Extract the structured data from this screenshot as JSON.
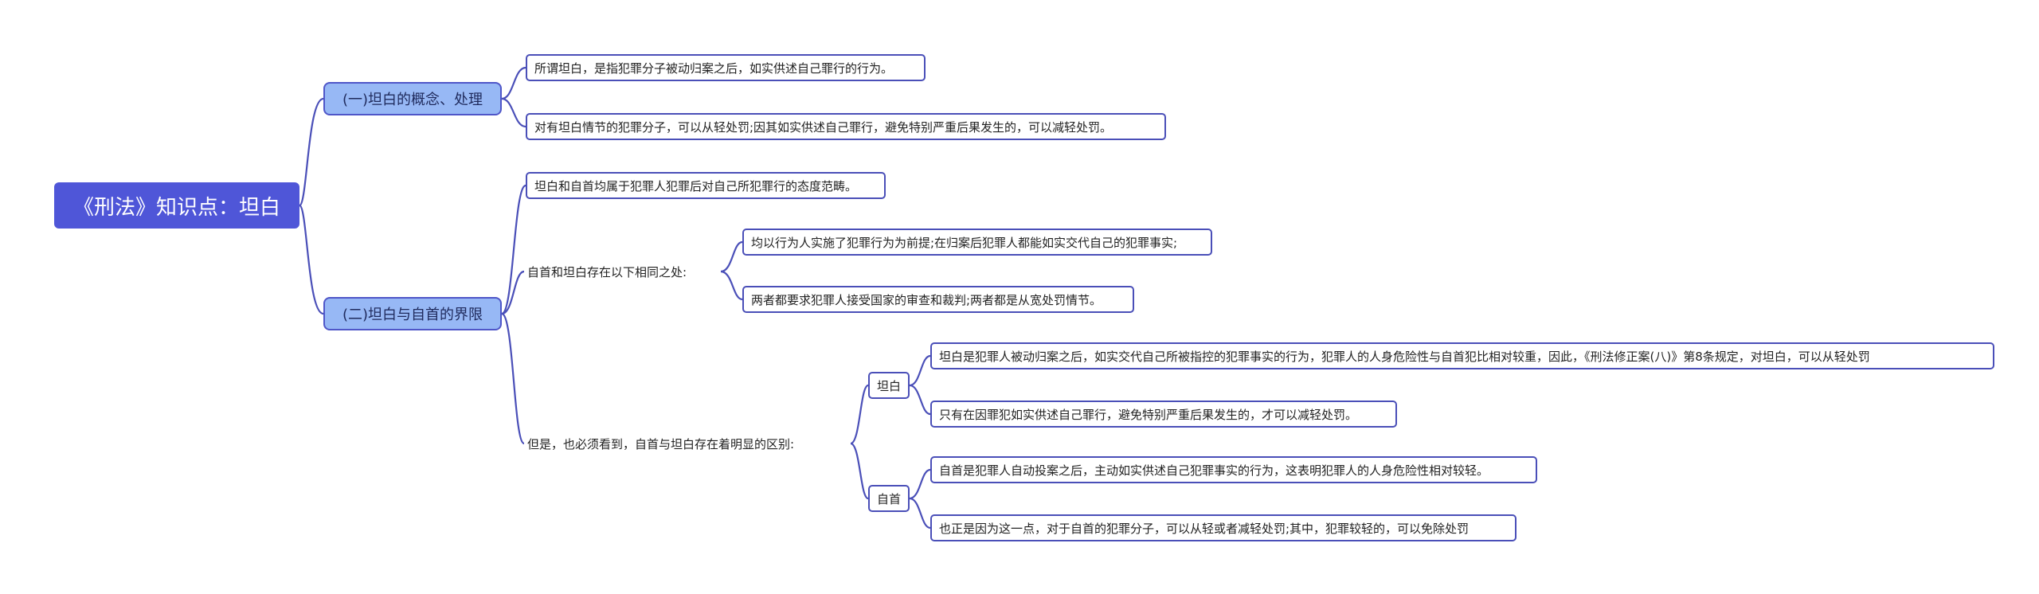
{
  "root": "《刑法》知识点：坦白",
  "branch1": {
    "label": "(一)坦白的概念、处理",
    "items": [
      "所谓坦白，是指犯罪分子被动归案之后，如实供述自己罪行的行为。",
      "对有坦白情节的犯罪分子，可以从轻处罚;因其如实供述自己罪行，避免特别严重后果发生的，可以减轻处罚。"
    ]
  },
  "branch2": {
    "label": "(二)坦白与自首的界限",
    "scope": "坦白和自首均属于犯罪人犯罪后对自己所犯罪行的态度范畴。",
    "similar": {
      "label": "自首和坦白存在以下相同之处:",
      "items": [
        "均以行为人实施了犯罪行为为前提;在归案后犯罪人都能如实交代自己的犯罪事实;",
        "两者都要求犯罪人接受国家的审查和裁判;两者都是从宽处罚情节。"
      ]
    },
    "difference": {
      "label": "但是，也必须看到，自首与坦白存在着明显的区别:",
      "tanbai": {
        "label": "坦白",
        "items": [
          "坦白是犯罪人被动归案之后，如实交代自己所被指控的犯罪事实的行为，犯罪人的人身危险性与自首犯比相对较重，因此，《刑法修正案(八)》第8条规定，对坦白，可以从轻处罚",
          "只有在因罪犯如实供述自己罪行，避免特别严重后果发生的，才可以减轻处罚。"
        ]
      },
      "zishou": {
        "label": "自首",
        "items": [
          "自首是犯罪人自动投案之后，主动如实供述自己犯罪事实的行为，这表明犯罪人的人身危险性相对较轻。",
          "也正是因为这一点，对于自首的犯罪分子，可以从轻或者减轻处罚;其中，犯罪较轻的，可以免除处罚"
        ]
      }
    }
  }
}
